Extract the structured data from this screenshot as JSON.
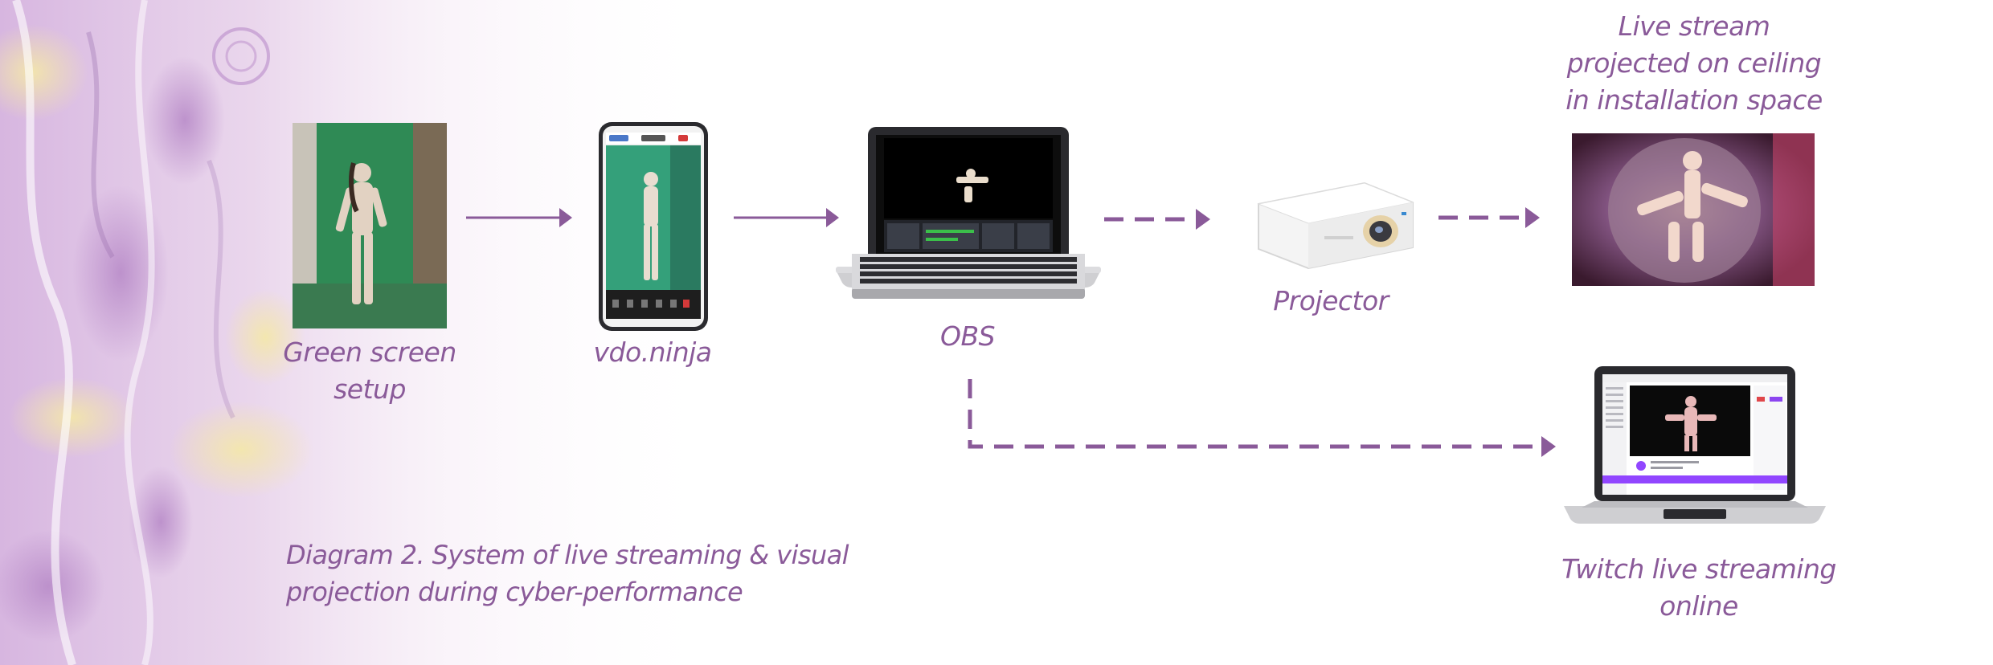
{
  "colors": {
    "accent": "#8a5a99",
    "green_screen": "#2f8a55",
    "background": "#ffffff"
  },
  "nodes": {
    "green_screen": {
      "label_line1": "Green screen",
      "label_line2": "setup"
    },
    "phone": {
      "label": "vdo.ninja"
    },
    "obs": {
      "label": "OBS"
    },
    "projector": {
      "label": "Projector"
    },
    "ceiling": {
      "label_line1": "Live stream",
      "label_line2": "projected on ceiling",
      "label_line3": "in installation space"
    },
    "twitch": {
      "label_line1": "Twitch live streaming",
      "label_line2": "online"
    }
  },
  "edges": [
    {
      "from": "green_screen",
      "to": "phone",
      "style": "solid"
    },
    {
      "from": "phone",
      "to": "obs",
      "style": "solid"
    },
    {
      "from": "obs",
      "to": "projector",
      "style": "dashed"
    },
    {
      "from": "projector",
      "to": "ceiling",
      "style": "dashed"
    },
    {
      "from": "obs",
      "to": "twitch",
      "style": "dashed"
    }
  ],
  "caption": {
    "line1": "Diagram 2.  System of live streaming & visual",
    "line2": "projection during cyber-performance"
  },
  "icons": [
    "green-screen-photo",
    "smartphone-icon",
    "laptop-icon",
    "projector-icon",
    "projection-photo",
    "laptop-icon"
  ]
}
